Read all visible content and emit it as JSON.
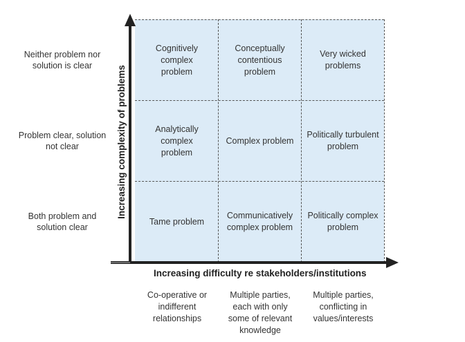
{
  "rows": [
    {
      "label": "Neither problem nor solution is clear"
    },
    {
      "label": "Problem clear, solution not clear"
    },
    {
      "label": "Both problem and solution  clear"
    }
  ],
  "cells": [
    [
      "Cognitively complex problem",
      "Conceptually contentious problem",
      "Very wicked problems"
    ],
    [
      "Analytically complex problem",
      "Complex problem",
      "Politically turbulent problem"
    ],
    [
      "Tame problem",
      "Communicatively complex problem",
      "Politically complex problem"
    ]
  ],
  "columns": [
    {
      "label": "Co-operative or indifferent relationships"
    },
    {
      "label": "Multiple parties, each with only some of relevant knowledge"
    },
    {
      "label": "Multiple parties, conflicting in values/interests"
    }
  ],
  "axes": {
    "y_title": "Increasing complexity of problems",
    "x_title": "Increasing difficulty re stakeholders/institutions"
  },
  "colors": {
    "cell_fill": "#dcebf7",
    "axis": "#222222"
  }
}
